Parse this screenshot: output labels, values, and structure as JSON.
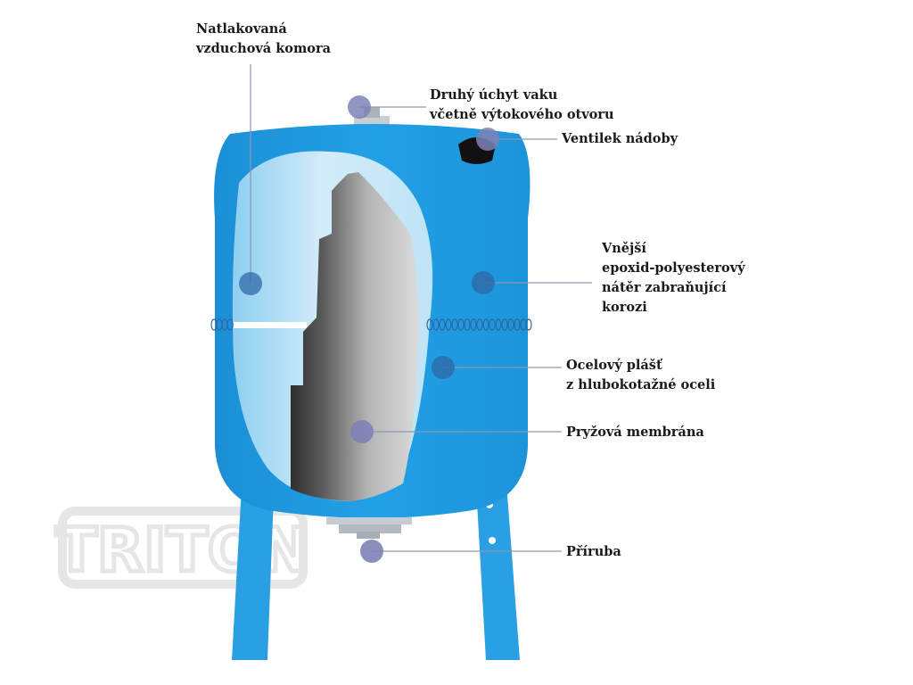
{
  "labels": {
    "air_chamber": [
      "Natlakovaná",
      "vzduchová komora"
    ],
    "second_mount": [
      "Druhý úchyt vaku",
      "včetně výtokového otvoru"
    ],
    "valve": [
      "Ventilek nádoby"
    ],
    "coating": [
      "Vnější",
      "epoxid-polyesterový",
      "nátěr zabraňující",
      "korozi"
    ],
    "shell": [
      "Ocelový plášť",
      "z hlubokotažné oceli"
    ],
    "membrane": [
      "Pryžová membrána"
    ],
    "flange": [
      "Příruba"
    ]
  },
  "logo": {
    "text": "TRITON"
  },
  "colors": {
    "tank_blue": "#1d9be0",
    "tank_edge": "#1688cf",
    "leg_blue": "#2a9fe3",
    "marker": "#7e82b6",
    "marker_dark": "#2d6aa8",
    "leader": "#8f96b5",
    "logo_gray": "#e6e6e6"
  }
}
